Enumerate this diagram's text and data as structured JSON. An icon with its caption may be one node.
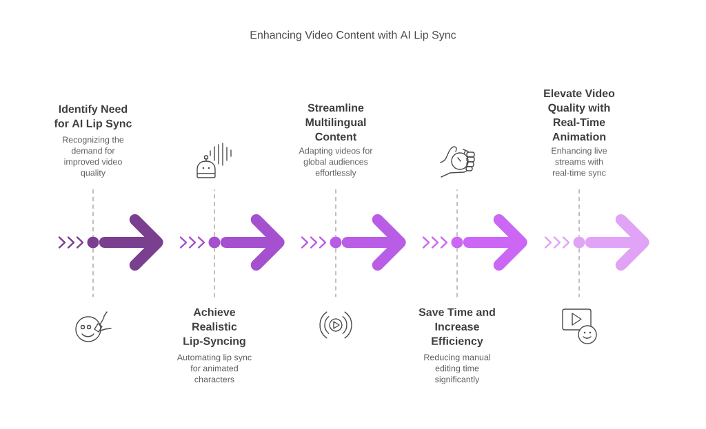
{
  "diagram": {
    "title": "Enhancing Video Content with AI Lip Sync",
    "nodes": [
      {
        "text": [
          "Identify Need for AI Lip Sync",
          "Recognizing the demand for improved video quality"
        ]
      },
      {
        "text": [],
        "shape": "circle"
      },
      {
        "text": [],
        "shape": "picture"
      },
      {
        "text": [
          "Achieve Realistic Lip-Syncing",
          "Automating lip sync for animated characters"
        ]
      },
      {
        "text": [],
        "shape": "circle"
      },
      {
        "text": [],
        "shape": "picture"
      },
      {
        "text": [
          "Streamline Multilingual Content",
          "Adapting videos for global audiences effortlessly"
        ]
      },
      {
        "text": [],
        "shape": "circle"
      },
      {
        "text": [],
        "shape": "picture"
      },
      {
        "text": [
          "Save Time and Increase Efficiency",
          "Reducing manual editing time significantly"
        ]
      },
      {
        "text": [],
        "shape": "circle"
      },
      {
        "text": [],
        "shape": "picture"
      },
      {
        "text": [
          "Elevate Video Quality with Real-Time Animation",
          "Enhancing live streams with real-time sync"
        ]
      },
      {
        "text": [],
        "shape": "circle"
      },
      {
        "text": [],
        "shape": "picture"
      }
    ],
    "edges": [
      {
        "from": 0,
        "to": 1,
        "arrow": "none",
        "style": "dashed"
      },
      {
        "from": 1,
        "to": 2,
        "arrow": "none",
        "style": "dashed"
      },
      {
        "from": 1,
        "to": null,
        "arrow": "to",
        "style": "thick",
        "color": "#7b3f8f"
      },
      {
        "from": 3,
        "to": 4,
        "arrow": "none",
        "style": "dashed"
      },
      {
        "from": 4,
        "to": 5,
        "arrow": "none",
        "style": "dashed"
      },
      {
        "from": 4,
        "to": null,
        "arrow": "to",
        "style": "thick",
        "color": "#a550cf"
      },
      {
        "from": 6,
        "to": 7,
        "arrow": "none",
        "style": "dashed"
      },
      {
        "from": 7,
        "to": 8,
        "arrow": "none",
        "style": "dashed"
      },
      {
        "from": 7,
        "to": null,
        "arrow": "to",
        "style": "thick",
        "color": "#b95de6"
      },
      {
        "from": 9,
        "to": 10,
        "arrow": "none",
        "style": "dashed"
      },
      {
        "from": 10,
        "to": 11,
        "arrow": "none",
        "style": "dashed"
      },
      {
        "from": 10,
        "to": null,
        "arrow": "to",
        "style": "thick",
        "color": "#cb66f5"
      },
      {
        "from": 12,
        "to": 13,
        "arrow": "none",
        "style": "dashed"
      },
      {
        "from": 13,
        "to": 14,
        "arrow": "none",
        "style": "dashed"
      },
      {
        "from": 13,
        "to": null,
        "arrow": "to",
        "style": "thick",
        "color": "#e0a3f6"
      }
    ]
  }
}
